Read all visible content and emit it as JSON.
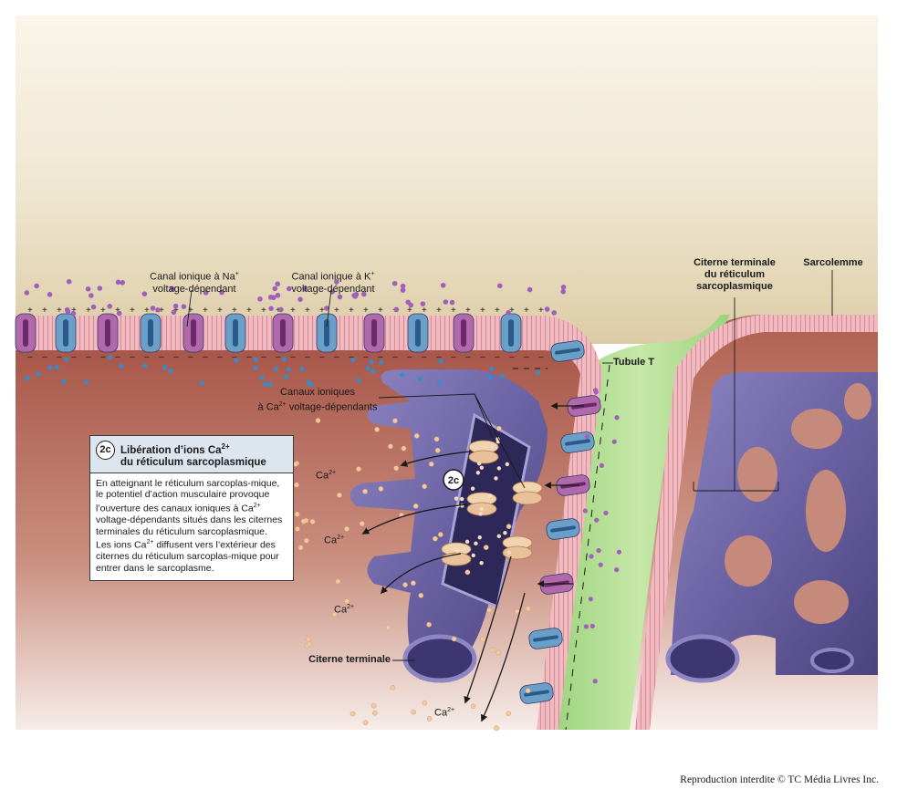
{
  "labels": {
    "na_channel": "Canal ionique à Na⁺ voltage-dépendant",
    "na_channel_line1": "Canal ionique à Na",
    "na_channel_sup": "+",
    "na_channel_line2": "voltage-dépendant",
    "k_channel_line1": "Canal ionique à K",
    "k_channel_sup": "+",
    "k_channel_line2": "voltage-dépendant",
    "cistern_right_line1": "Citerne terminale",
    "cistern_right_line2": "du réticulum",
    "cistern_right_line3": "sarcoplasmique",
    "sarcolemma": "Sarcolemme",
    "t_tubule": "Tubule T",
    "ca_channels_line1": "Canaux ioniques",
    "ca_channels_line2a": "à Ca",
    "ca_channels_sup": "2+",
    "ca_channels_line2b": " voltage-dépendants",
    "terminal_cistern": "Citerne terminale",
    "ca_ion": "Ca",
    "ca_ion_sup": "2+",
    "step_marker": "2c"
  },
  "caption": {
    "badge": "2c",
    "title_line1a": "Libération d’ions Ca",
    "title_sup": "2+",
    "title_line2": "du réticulum sarcoplasmique",
    "p1a": "En atteignant le réticulum sarcoplas-mique, le potentiel d’action musculaire provoque l’ouverture des canaux ioniques à Ca",
    "p1_sup": "2+",
    "p1b": " voltage-dépendants situés dans les citernes terminales du réticulum sarcoplasmique.",
    "p2a": "Les ions Ca",
    "p2_sup": "2+",
    "p2b": " diffusent vers l’extérieur des citernes du réticulum sarcoplas-mique pour entrer dans le sarcoplasme."
  },
  "footer": "Reproduction interdite © TC Média Livres Inc.",
  "colors": {
    "extracellular": "#e9dfc6",
    "sarcoplasm": "#b86a58",
    "membrane": "#e9a8b0",
    "na_channel": "#b06aac",
    "k_channel": "#6aa0c8",
    "reticulum": "#6a62a0",
    "t_tubule": "#a8d68a",
    "ca_ion": "#f0c9a0",
    "k_ion": "#3a8ac8",
    "na_ion": "#a060b8"
  }
}
